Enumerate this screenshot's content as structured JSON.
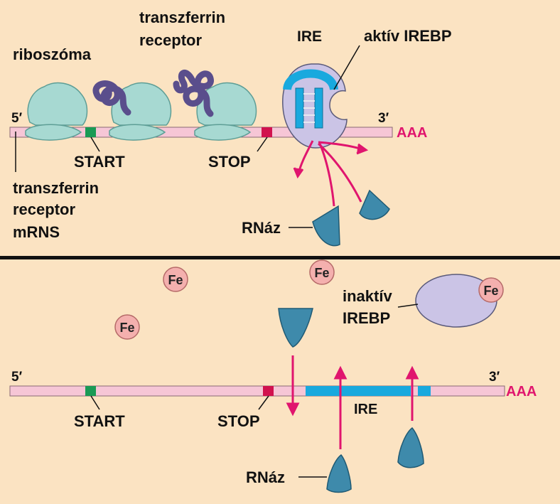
{
  "colors": {
    "background": "#fbe3c2",
    "mrna": "#f6c6d6",
    "start_marker": "#1a9a55",
    "stop_marker": "#d1124e",
    "ire": "#19a9de",
    "ribosome": "#a7d9d2",
    "receptor_protein": "#5a4e8c",
    "irebp": "#cbc4e6",
    "rnase": "#3e8aab",
    "iron": "#f4b0ae",
    "arrow": "#e0156e",
    "divider": "#111111"
  },
  "top_panel": {
    "label_ribosome": "riboszóma",
    "label_receptor_line1": "transzferrin",
    "label_receptor_line2": "receptor",
    "label_ire": "IRE",
    "label_active_irebp": "aktív IREBP",
    "five_prime": "5′",
    "three_prime": "3′",
    "poly_a": "AAA",
    "label_start": "START",
    "label_stop": "STOP",
    "label_mrna_line1": "transzferrin",
    "label_mrna_line2": "receptor",
    "label_mrna_line3": "mRNS",
    "label_rnase": "RNáz"
  },
  "bottom_panel": {
    "iron_symbol": "Fe",
    "label_inactive_line1": "inaktív",
    "label_inactive_line2": "IREBP",
    "five_prime": "5′",
    "three_prime": "3′",
    "poly_a": "AAA",
    "label_start": "START",
    "label_stop": "STOP",
    "label_ire": "IRE",
    "label_rnase": "RNáz"
  }
}
